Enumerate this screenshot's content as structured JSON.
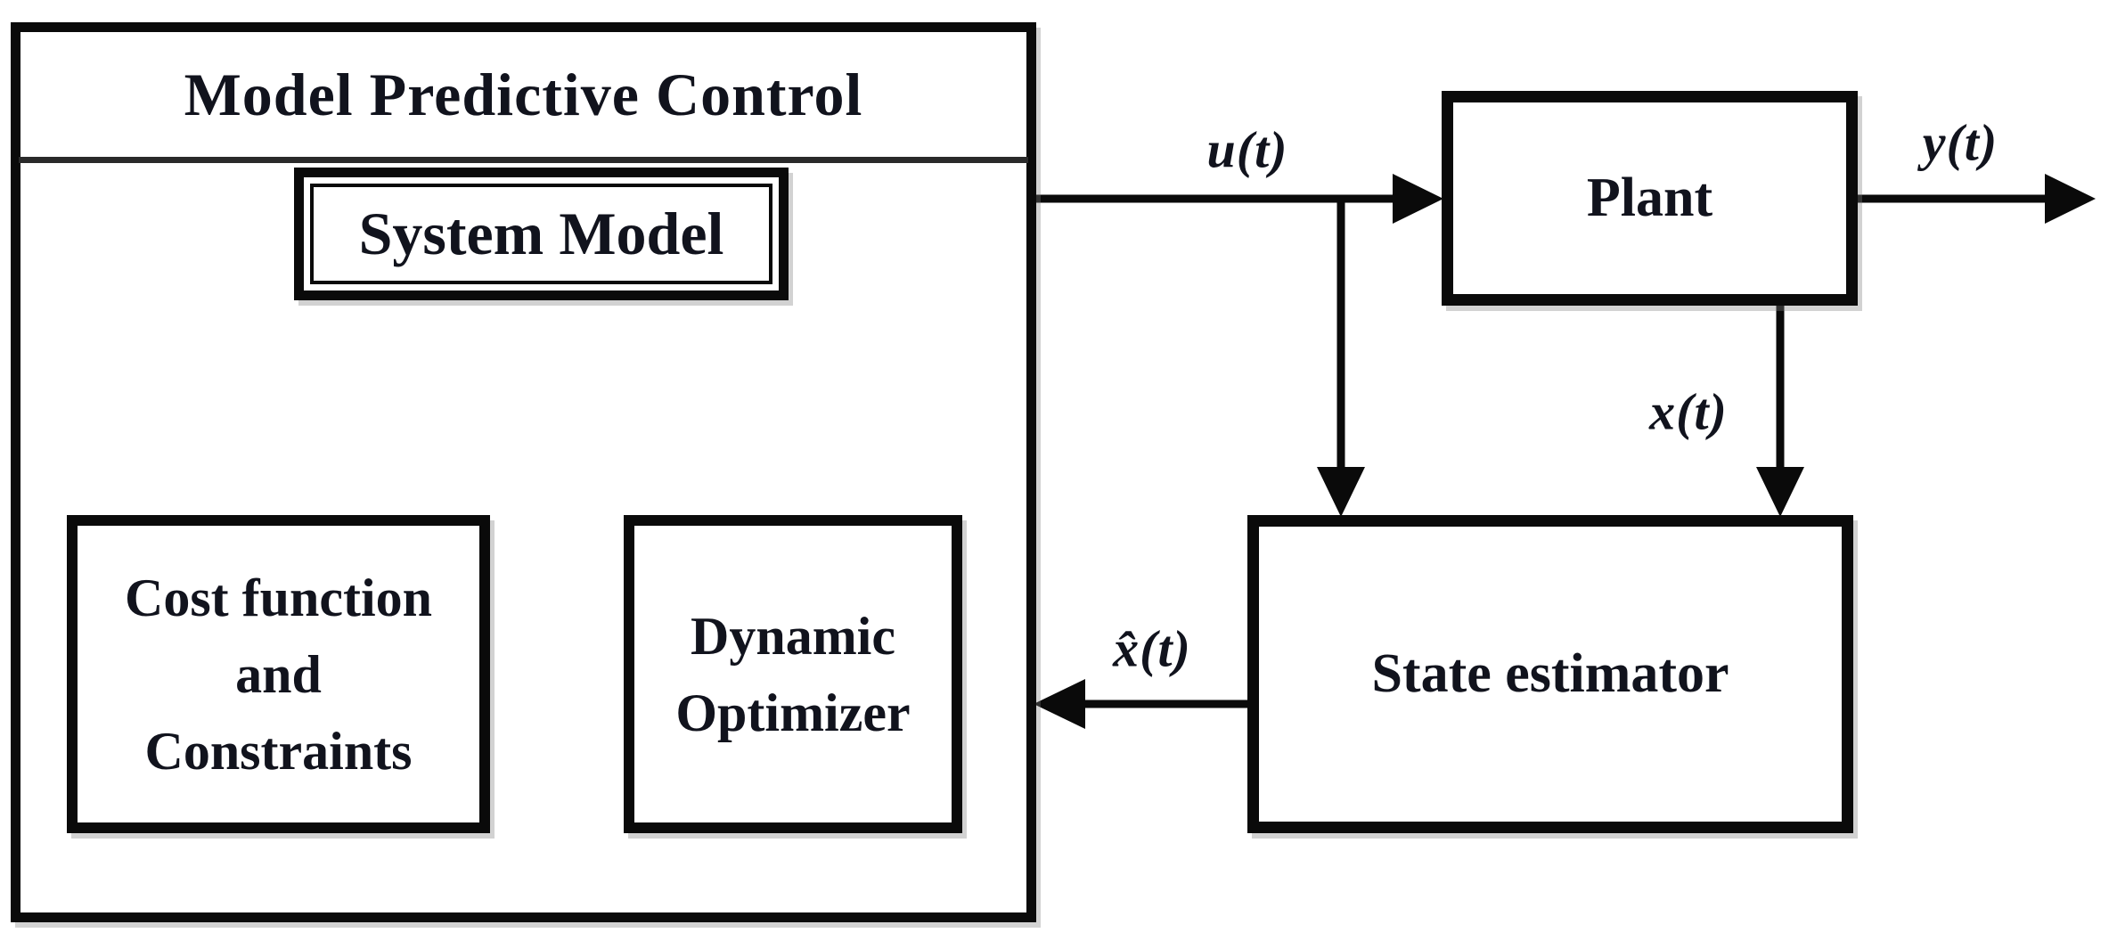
{
  "diagram": {
    "mpc": {
      "title": "Model Predictive Control",
      "system_model": {
        "label": "System Model"
      },
      "cost_function": {
        "lines": [
          "Cost function",
          "and",
          "Constraints"
        ]
      },
      "dynamic_optimizer": {
        "lines": [
          "Dynamic",
          "Optimizer"
        ]
      }
    },
    "plant": {
      "label": "Plant"
    },
    "state_estimator": {
      "label": "State estimator"
    },
    "signals": {
      "control_input": "u(t)",
      "plant_output": "y(t)",
      "plant_state": "x(t)",
      "estimated_state": "x̂(t)"
    },
    "colors": {
      "background": "#ffffff",
      "line": "#0a0a0a",
      "text": "#11131d"
    }
  }
}
